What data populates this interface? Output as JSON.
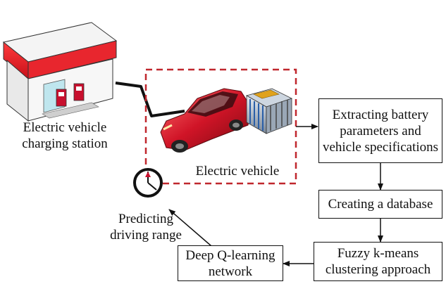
{
  "labels": {
    "station": "Electric vehicle\ncharging station",
    "vehicle": "Electric vehicle",
    "predict": "Predicting\ndriving range"
  },
  "steps": {
    "extract": "Extracting battery\nparameters and\nvehicle specifications",
    "database": "Creating a database",
    "fuzzy": "Fuzzy k-means\nclustering approach",
    "dqn": "Deep Q-learning\nnetwork"
  },
  "colors": {
    "dashed_frame": "#c0272d",
    "station_roof": "#e8262e",
    "car_body": "#c8102e",
    "stroke": "#111111"
  }
}
